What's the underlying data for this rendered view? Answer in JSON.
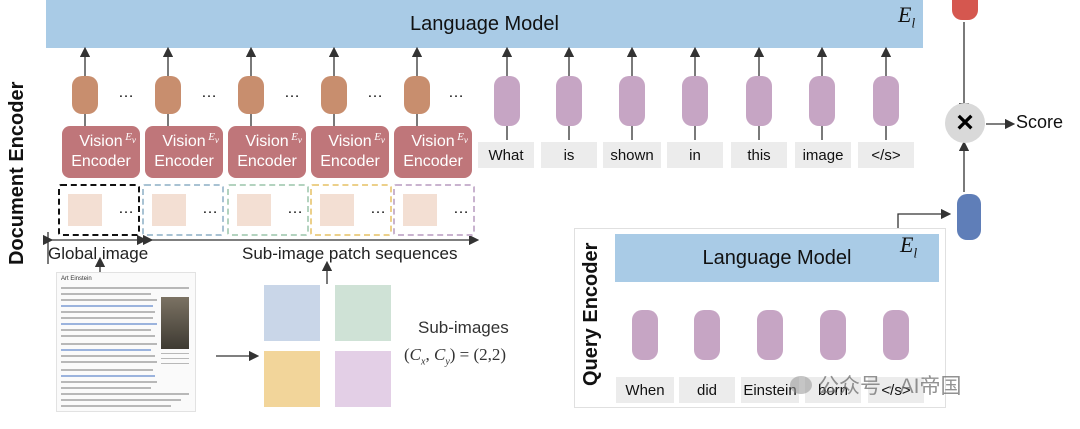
{
  "doc_encoder": {
    "vertical_label": "Document Encoder",
    "lm_title": "Language Model",
    "lm_enc_label": "E",
    "lm_enc_sub": "l",
    "vision_encoder_label_line1": "Vision",
    "vision_encoder_label_line2": "Encoder",
    "vision_enc_label": "E",
    "vision_enc_sub": "v",
    "ellipsis": "…",
    "tokens": [
      "What",
      "is",
      "shown",
      "in",
      "this",
      "image",
      "</s>"
    ],
    "global_image_label": "Global image",
    "subimage_seq_label": "Sub-image patch sequences"
  },
  "document_thumbnail": {
    "title": "Art Einstein"
  },
  "sub_images": {
    "label": "Sub-images",
    "formula": "(C_x, C_y) = (2,2)",
    "formula_display": "(Cx, Cy) = (2,2)",
    "colors": [
      "#c9d6e8",
      "#cfe2d6",
      "#f2d59a",
      "#e3cfe6"
    ]
  },
  "score": {
    "multiply_symbol": "×",
    "label": "Score"
  },
  "query_encoder": {
    "vertical_label": "Query Encoder",
    "lm_title": "Language Model",
    "lm_enc_label": "E",
    "lm_enc_sub": "l",
    "tokens": [
      "When",
      "did",
      "Einstein",
      "born",
      "</s>"
    ]
  },
  "watermark": {
    "text": "公众号 · AI帝国"
  },
  "colors": {
    "lm_bar": "#a9cbe6",
    "vision_encoder": "#bf767a",
    "vision_capsule": "#c88e6e",
    "text_capsule": "#c6a5c4",
    "query_capsule": "#5f7eb8",
    "doc_score_capsule": "#d5574f"
  }
}
